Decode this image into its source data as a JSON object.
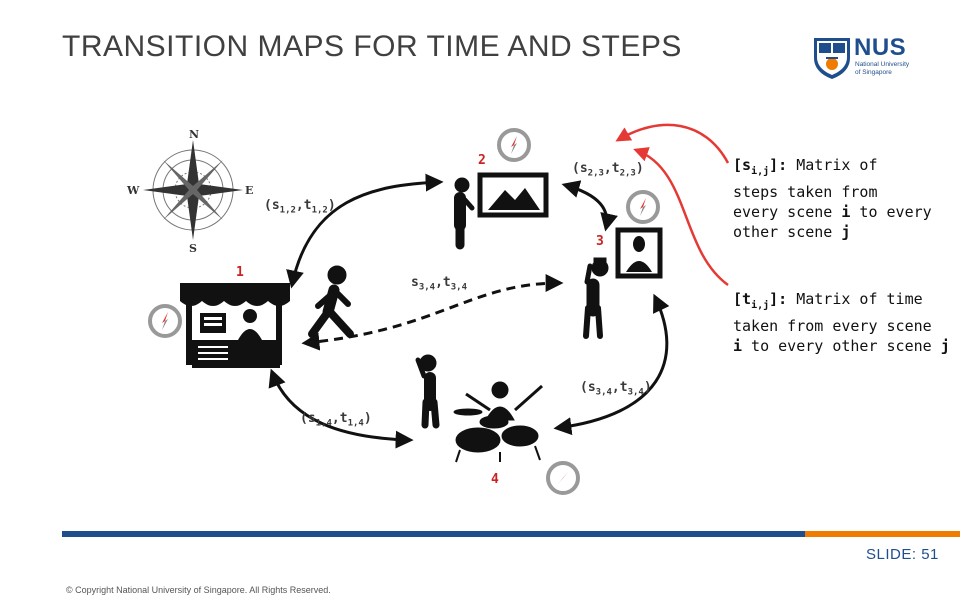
{
  "slide_title": "TRANSITION MAPS FOR TIME AND STEPS",
  "logo": {
    "name": "NUS",
    "subtitle_line1": "National University",
    "subtitle_line2": "of Singapore"
  },
  "scenes": {
    "s1": "1",
    "s2": "2",
    "s3": "3",
    "s4": "4"
  },
  "edges": {
    "e12": {
      "open": "(",
      "a": "s",
      "ai": "1,2",
      "sep": ",",
      "b": "t",
      "bi": "1,2",
      "close": ")"
    },
    "e23": {
      "open": "(",
      "a": "s",
      "ai": "2,3",
      "sep": ",",
      "b": "t",
      "bi": "2,3",
      "close": ")"
    },
    "e31": {
      "open": "",
      "a": "s",
      "ai": "3,4",
      "sep": ",",
      "b": "t",
      "bi": "3,4",
      "close": ""
    },
    "e34": {
      "open": "(",
      "a": "s",
      "ai": "3,4",
      "sep": ",",
      "b": "t",
      "bi": "3,4",
      "close": ")"
    },
    "e14": {
      "open": "(",
      "a": "s",
      "ai": "1,4",
      "sep": ",",
      "b": "t",
      "bi": "1,4",
      "close": ")"
    }
  },
  "legend": {
    "steps": {
      "open": "[",
      "sym": "s",
      "idx": "i,j",
      "close": "]:",
      "line1": " Matrix of",
      "line2": "steps taken from",
      "line3a": "every scene ",
      "i": "i",
      "line3b": " to every",
      "line4a": "other scene ",
      "j": "j"
    },
    "time": {
      "open": "[",
      "sym": "t",
      "idx": "i,j",
      "close": "]:",
      "line1": " Matrix of time",
      "line2a": "taken from every scene",
      "line3a": "i",
      "line3b": " to every other scene ",
      "j": "j"
    }
  },
  "footer": {
    "slide_label": "SLIDE:",
    "slide_number": "51",
    "copyright": "© Copyright National University of Singapore. All Rights Reserved."
  },
  "colors": {
    "title": "#404040",
    "nus_blue": "#1f4e8c",
    "nus_orange": "#ef7c00",
    "callout_red": "#e53935",
    "scene_number": "#cc2222"
  }
}
